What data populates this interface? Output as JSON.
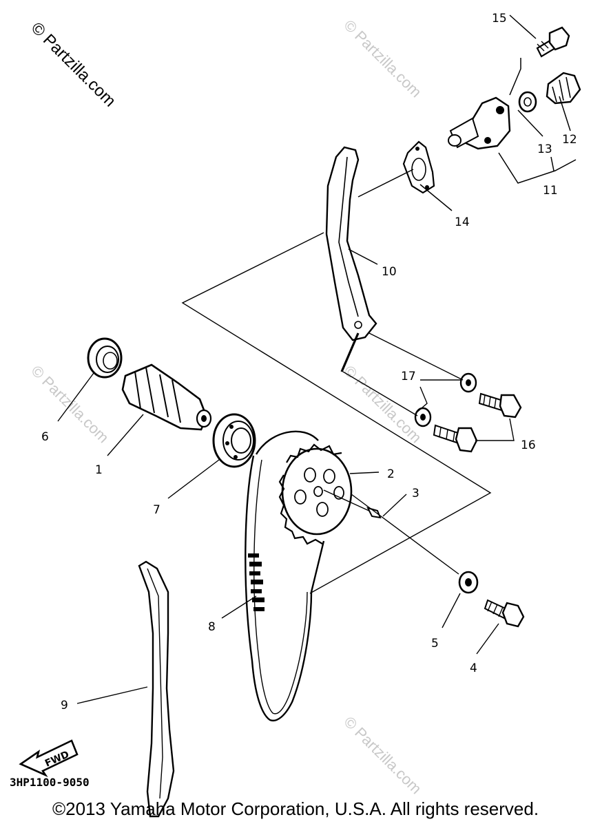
{
  "watermarks": {
    "main": "© Partzilla.com",
    "faint": "© Partzilla.com"
  },
  "diagram_code": "3HP1100-9050",
  "fwd_label": "FWD",
  "copyright": "©2013 Yamaha Motor Corporation, U.S.A. All rights reserved.",
  "parts": [
    {
      "ref": "1"
    },
    {
      "ref": "2"
    },
    {
      "ref": "3"
    },
    {
      "ref": "4"
    },
    {
      "ref": "5"
    },
    {
      "ref": "6"
    },
    {
      "ref": "7"
    },
    {
      "ref": "8"
    },
    {
      "ref": "9"
    },
    {
      "ref": "10"
    },
    {
      "ref": "11"
    },
    {
      "ref": "12"
    },
    {
      "ref": "13"
    },
    {
      "ref": "14"
    },
    {
      "ref": "15"
    },
    {
      "ref": "16"
    },
    {
      "ref": "17"
    }
  ]
}
